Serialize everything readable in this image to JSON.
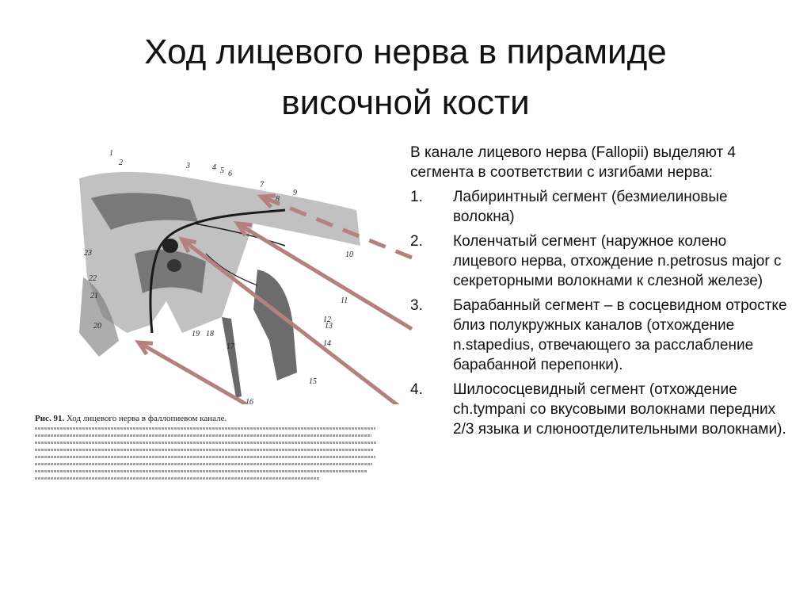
{
  "title": {
    "line1": "Ход лицевого нерва в пирамиде",
    "line2": "височной кости"
  },
  "content": {
    "intro": "В канале лицевого нерва (Fallopii) выделяют 4 сегмента в соответствии с изгибами нерва:",
    "segments": [
      {
        "num": "1.",
        "text": "Лабиринтный сегмент (безмиелиновые волокна)"
      },
      {
        "num": "2.",
        "text": "Коленчатый сегмент (наружное колено лицевого нерва, отхождение n.petrosus major с секреторными волокнами к слезной железе)"
      },
      {
        "num": "3.",
        "text": "Барабанный сегмент – в сосцевидном отростке близ полукружных каналов (отхождение n.stapedius, отвечающего за  расслабление барабанной перепонки)."
      },
      {
        "num": "4.",
        "text": " Шилососцевидный сегмент (отхождение ch.tympani со вкусовыми волокнами передних 2/3 языка и слюноотделительными волокнами)."
      }
    ]
  },
  "figure": {
    "caption_prefix": "Рис. 91.",
    "caption_text": "Ход лицевого нерва в фаллопиевом канале.",
    "labels": [
      "1",
      "2",
      "3",
      "4",
      "5",
      "6",
      "7",
      "8",
      "9",
      "10",
      "11",
      "12",
      "13",
      "14",
      "15",
      "16",
      "17",
      "18",
      "19",
      "20",
      "21",
      "22",
      "23"
    ],
    "arrow_color": "#b5817f"
  }
}
